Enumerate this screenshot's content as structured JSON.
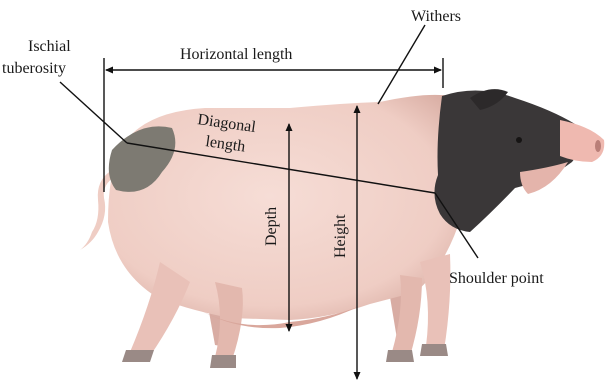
{
  "labels": {
    "withers": "Withers",
    "ischial_line1": "Ischial",
    "ischial_line2": "tuberosity",
    "horizontal_length": "Horizontal length",
    "diagonal_line1": "Diagonal",
    "diagonal_line2": "length",
    "depth": "Depth",
    "height": "Height",
    "shoulder_point": "Shoulder point"
  },
  "colors": {
    "pig_pink": "#f0cfc6",
    "pig_black": "#3a3738",
    "pig_spot_gray": "#7d7a72",
    "measure_line": "#111111"
  },
  "icons": [
    "pig-photo"
  ]
}
